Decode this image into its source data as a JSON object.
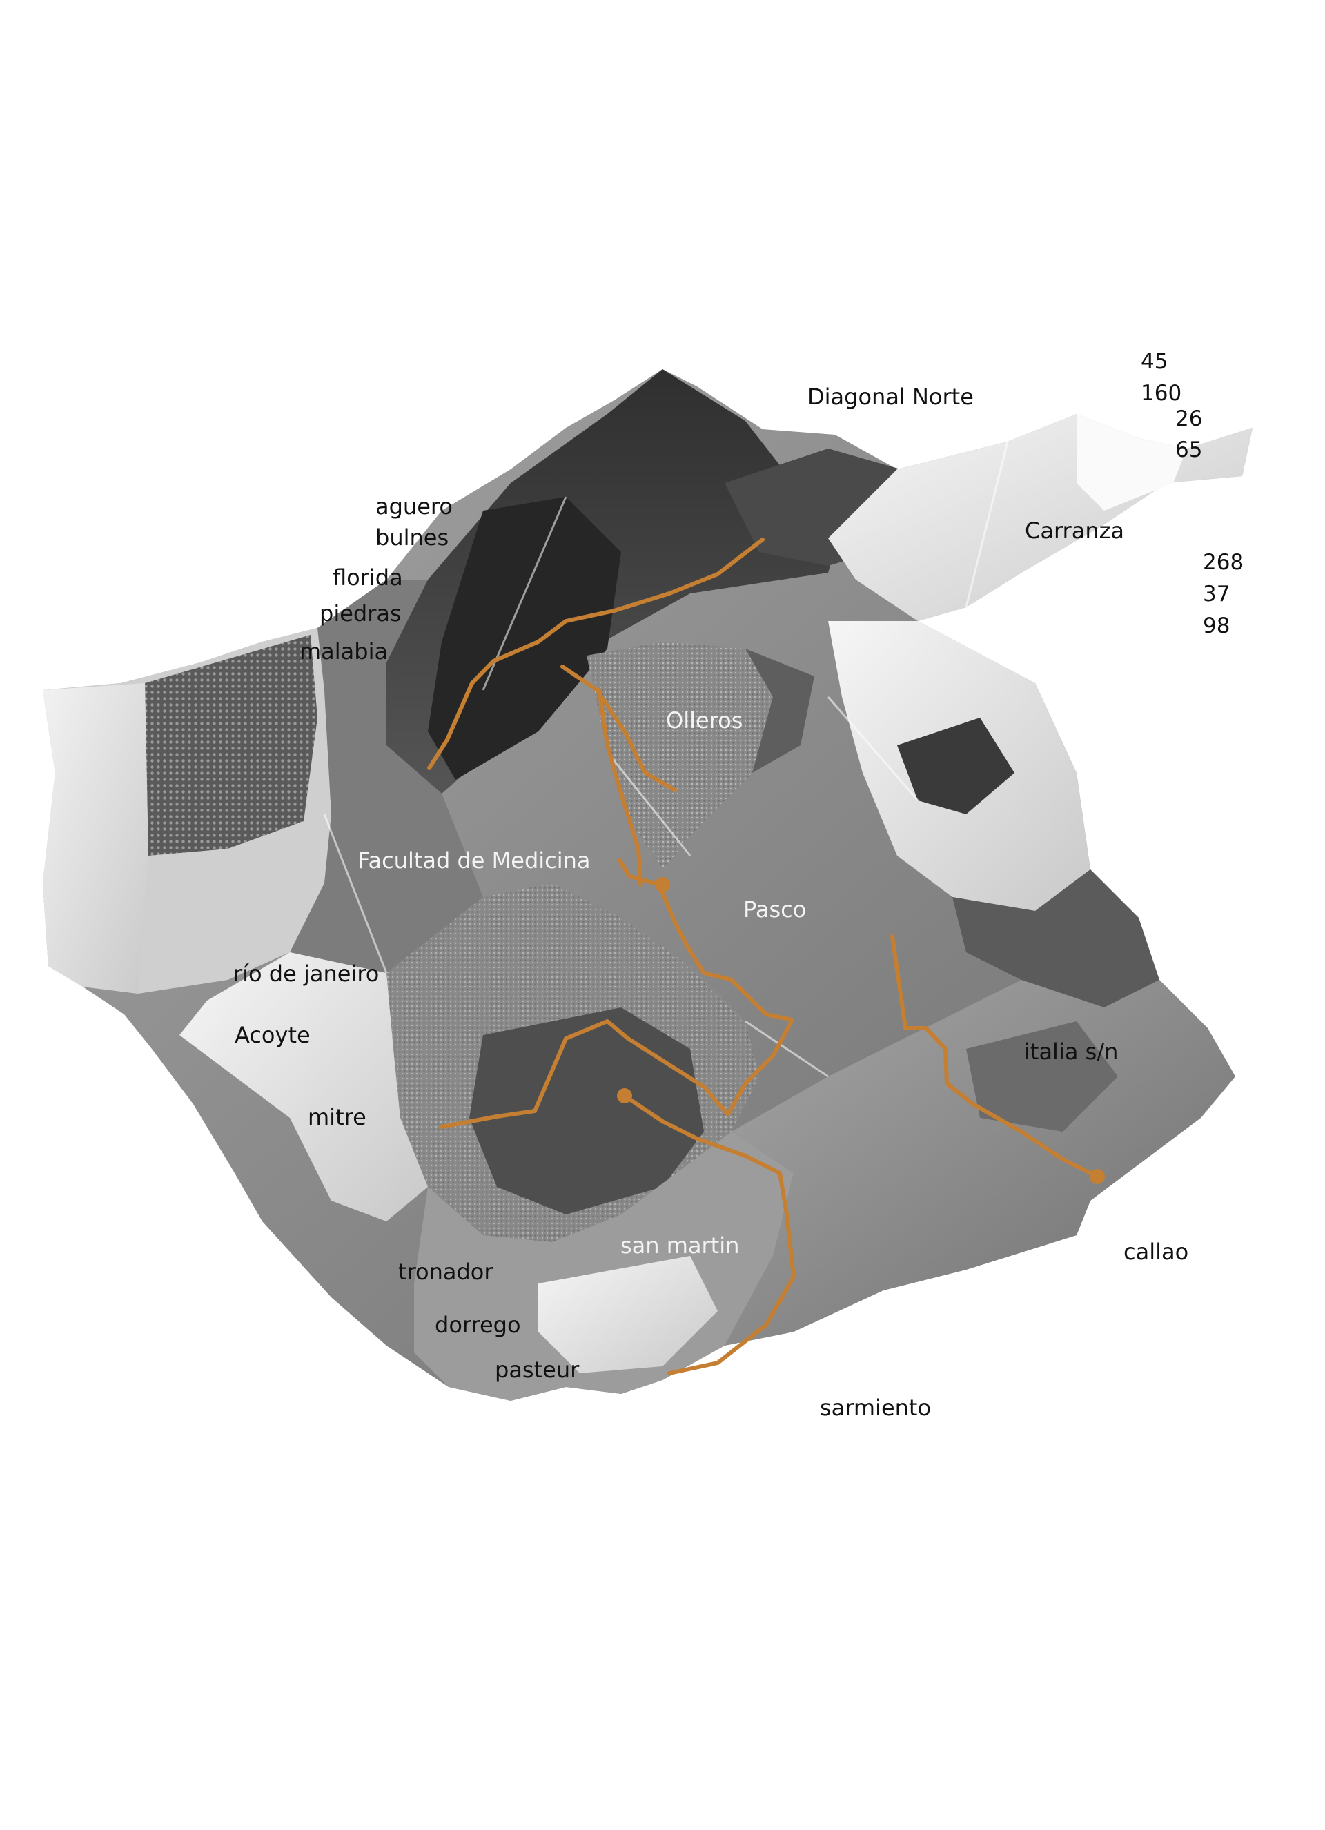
{
  "colors": {
    "route": "#c47f33",
    "background": "#ffffff",
    "paper_light": "#e9e9e9",
    "paper_mid": "#8e8e8e",
    "paper_dark": "#3b3b3b",
    "label_dark": "#111111",
    "label_light": "#f4f4f4"
  },
  "labels": {
    "diagonal_norte": "Diagonal Norte",
    "carranza": "Carranza",
    "aguero": "aguero",
    "bulnes": "bulnes",
    "florida": "florida",
    "piedras": "piedras",
    "malabia": "malabia",
    "olleros": "Olleros",
    "facultad_de_medicina": "Facultad de Medicina",
    "pasco": "Pasco",
    "rio_de_janeiro": "río de janeiro",
    "acoyte": "Acoyte",
    "italia_sn": "italia s/n",
    "mitre": "mitre",
    "callao": "callao",
    "san_martin": "san martin",
    "tronador": "tronador",
    "dorrego": "dorrego",
    "pasteur": "pasteur",
    "sarmiento": "sarmiento"
  },
  "bus_numbers": {
    "top": [
      "45",
      "160",
      "26",
      "65"
    ],
    "right": [
      "268",
      "37",
      "98"
    ]
  }
}
